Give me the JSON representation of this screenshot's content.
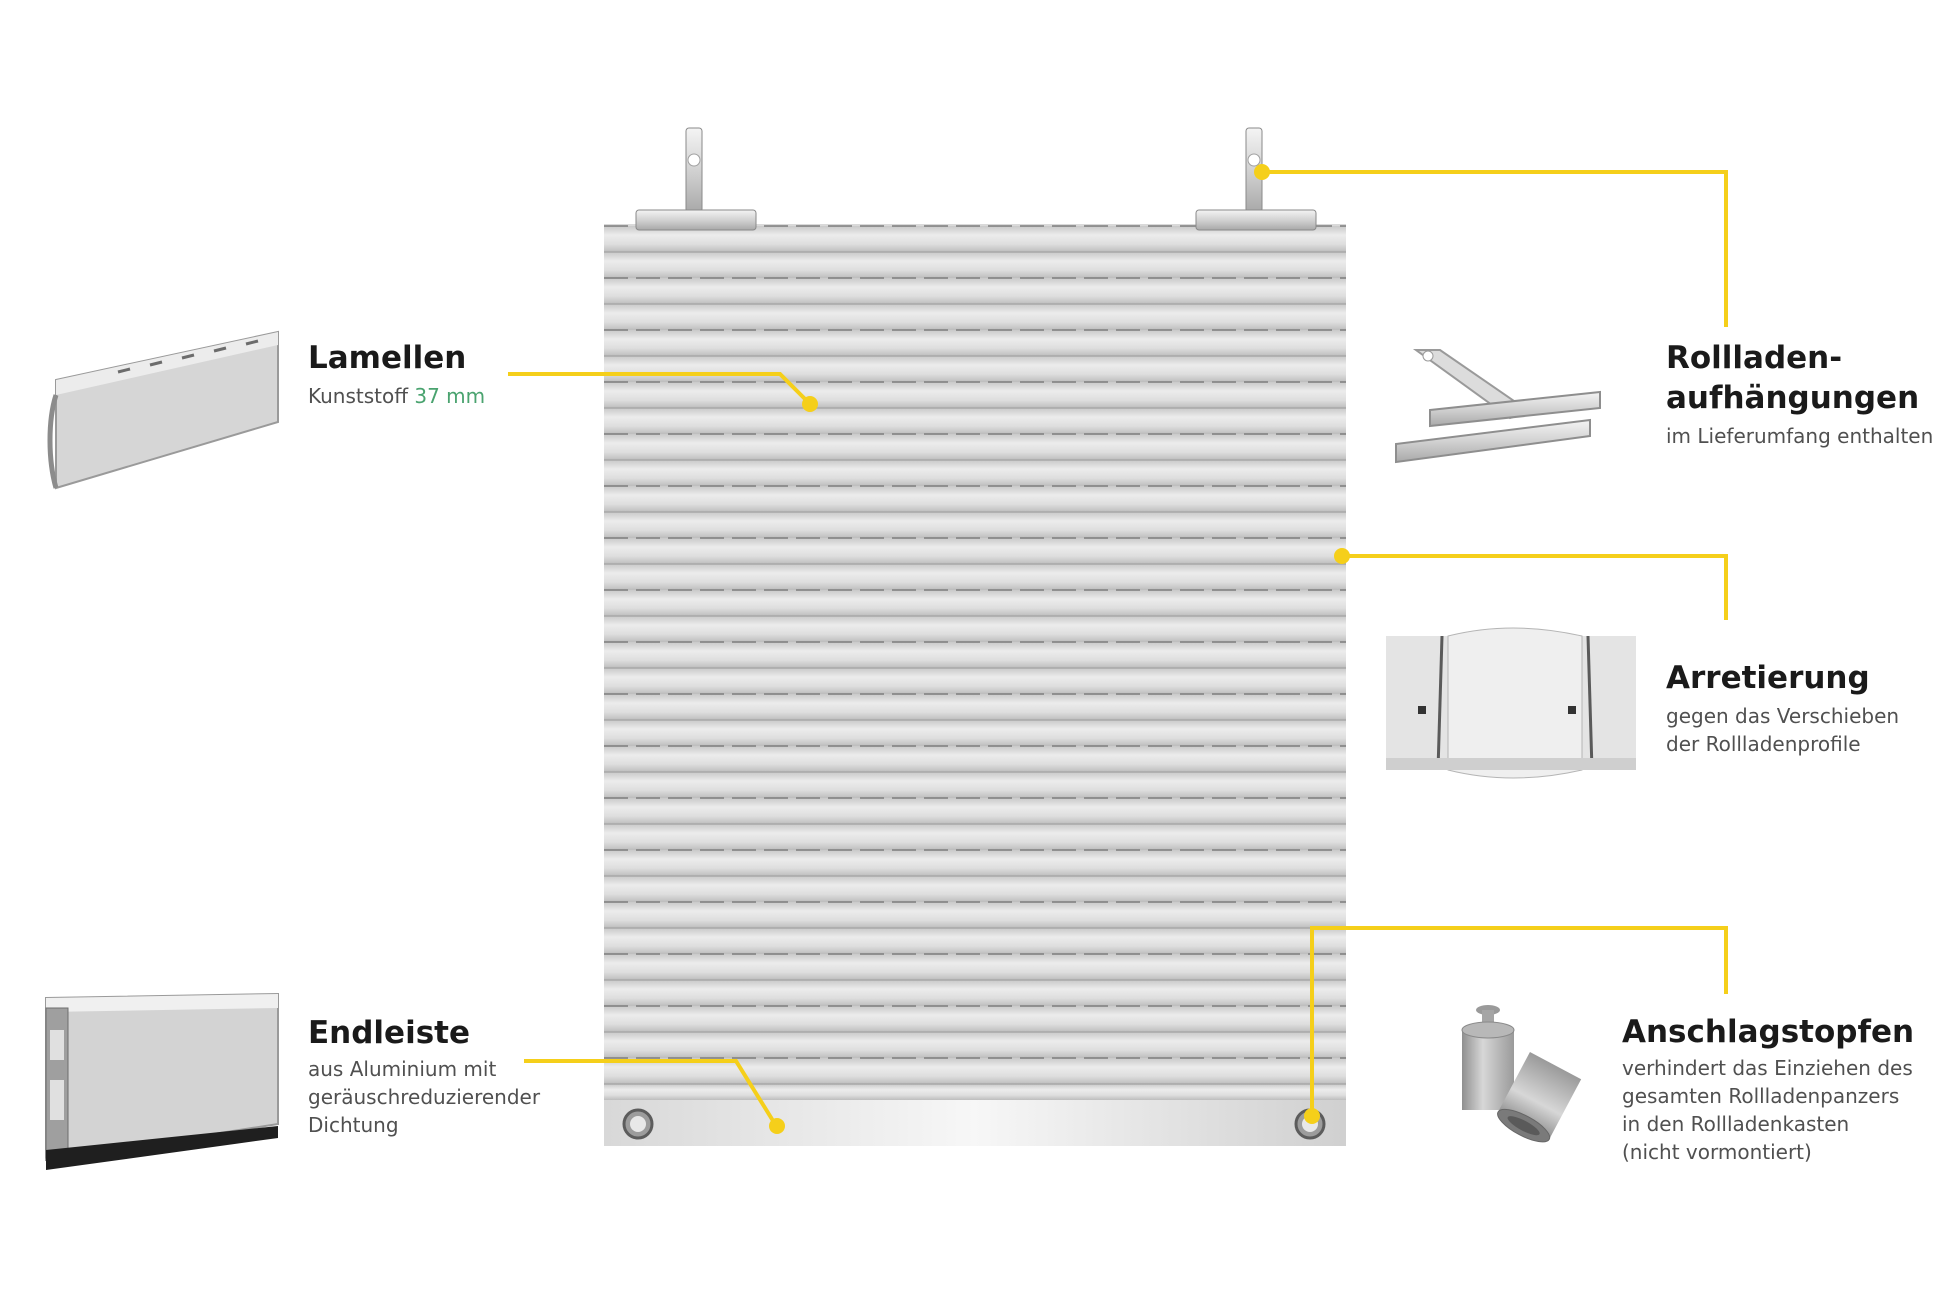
{
  "colors": {
    "callout": "#f5cf1a",
    "slat": "#dcdcdc",
    "slat_highlight": "#f2f2f2",
    "text_title": "#1a1a1a",
    "text_desc": "#505050",
    "accent_green": "#4aa36f"
  },
  "callouts": {
    "lamellen": {
      "title": "Lamellen",
      "desc_prefix": "Kunststoff ",
      "desc_accent": "37 mm"
    },
    "endleiste": {
      "title": "Endleiste",
      "desc": [
        "aus Aluminium mit",
        "geräuschreduzierender",
        "Dichtung"
      ]
    },
    "aufhaengung": {
      "title": [
        "Rollladen-",
        "aufhängungen"
      ],
      "desc": "im Lieferumfang enthalten"
    },
    "arretierung": {
      "title": "Arretierung",
      "desc": [
        "gegen das Verschieben",
        "der Rollladenprofile"
      ]
    },
    "anschlagstopfen": {
      "title": "Anschlagstopfen",
      "desc": [
        "verhindert das Einziehen des",
        "gesamten Rollladenpanzers",
        "in den Rollladenkasten",
        "(nicht vormontiert)"
      ]
    }
  }
}
